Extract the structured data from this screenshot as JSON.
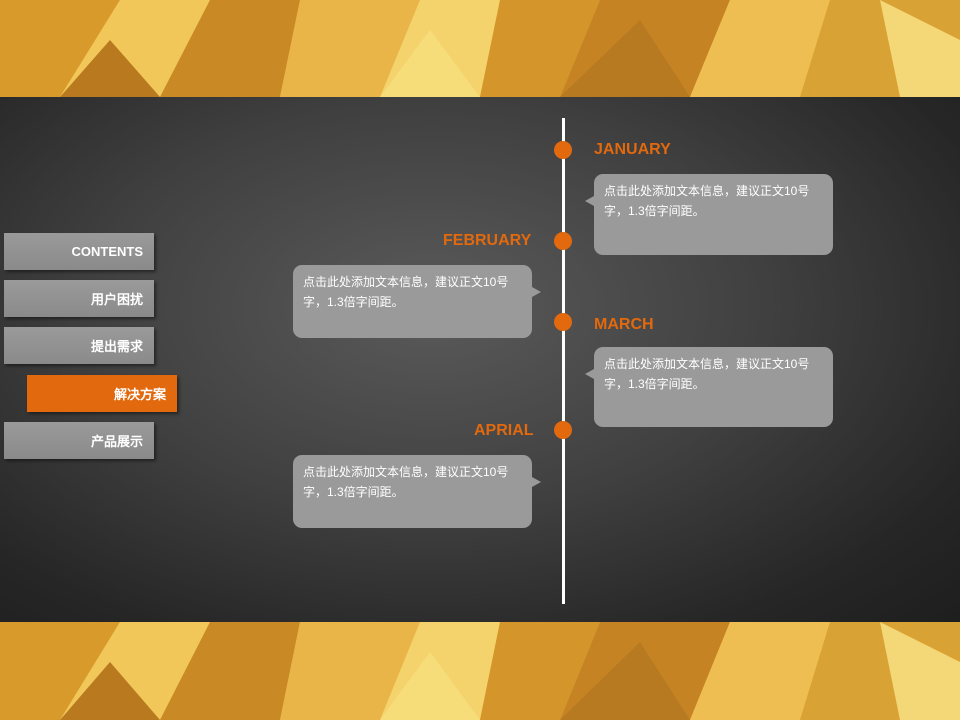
{
  "colors": {
    "accent": "#e2690e",
    "menu": "#9a9a9a",
    "bubble": "#9a9a9a",
    "gold": "#e8b43c"
  },
  "menu": [
    {
      "label": "CONTENTS",
      "active": false
    },
    {
      "label": "用户困扰",
      "active": false
    },
    {
      "label": "提出需求",
      "active": false
    },
    {
      "label": "解决方案",
      "active": true
    },
    {
      "label": "产品展示",
      "active": false
    }
  ],
  "timeline": [
    {
      "month": "JANUARY",
      "text": "点击此处添加文本信息，建议正文10号字，1.3倍字间距。"
    },
    {
      "month": "FEBRUARY",
      "text": "点击此处添加文本信息，建议正文10号字，1.3倍字间距。"
    },
    {
      "month": "MARCH",
      "text": "点击此处添加文本信息，建议正文10号字，1.3倍字间距。"
    },
    {
      "month": "APRIAL",
      "text": "点击此处添加文本信息，建议正文10号字，1.3倍字间距。"
    }
  ]
}
